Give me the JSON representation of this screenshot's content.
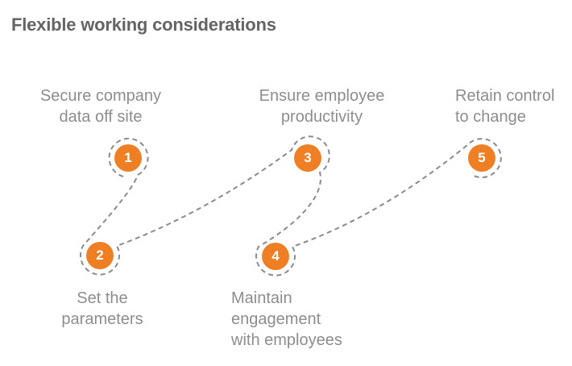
{
  "title": "Flexible working considerations",
  "colors": {
    "accent_orange": "#EE7F25",
    "connector_gray": "#8B8B8B",
    "label_gray": "#8D8D8D",
    "title_gray": "#646464"
  },
  "steps": [
    {
      "number": "1",
      "label": "Secure company\ndata off site"
    },
    {
      "number": "2",
      "label": "Set the\nparameters"
    },
    {
      "number": "3",
      "label": "Ensure employee\nproductivity"
    },
    {
      "number": "4",
      "label": "Maintain\nengagement\nwith employees"
    },
    {
      "number": "5",
      "label": "Retain control\nto change"
    }
  ]
}
